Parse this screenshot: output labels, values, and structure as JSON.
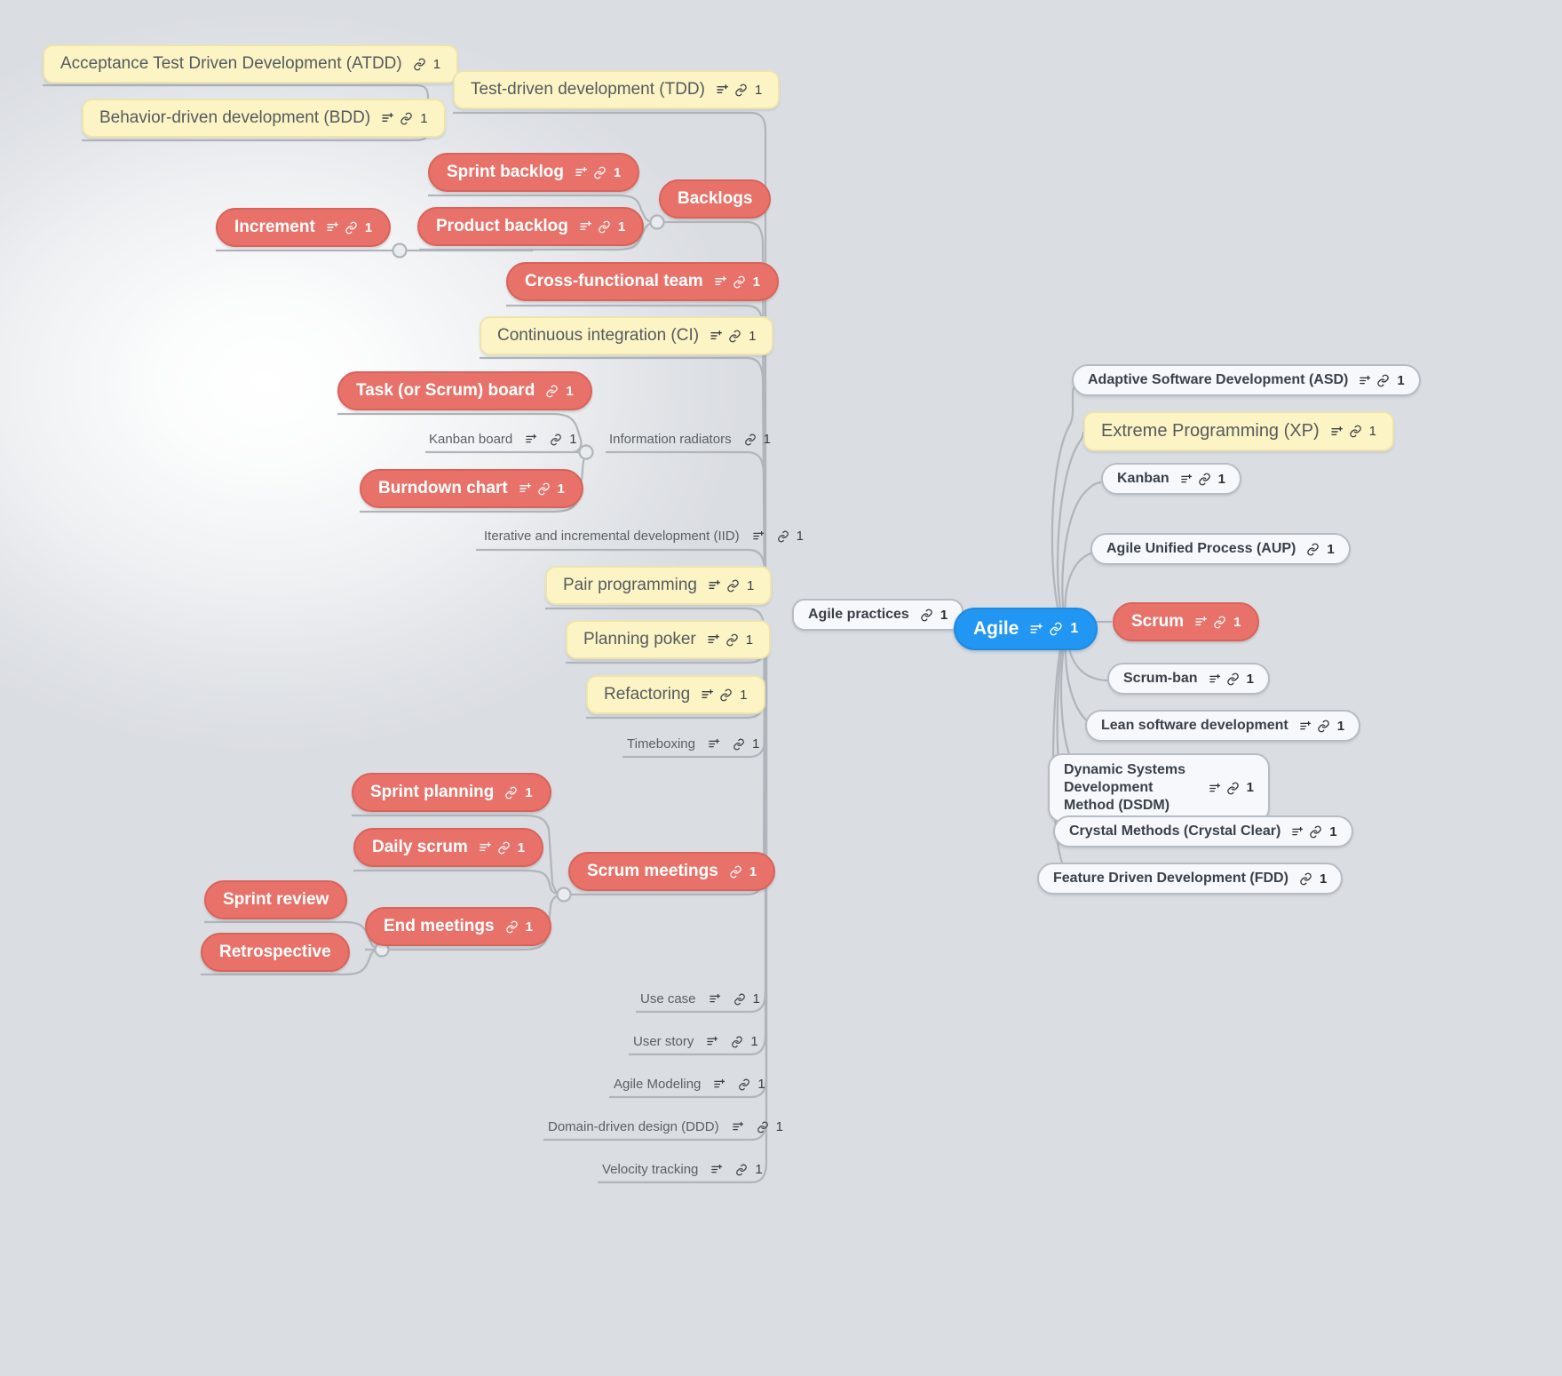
{
  "map": {
    "title": "Agile",
    "root": {
      "label": "Agile",
      "notes": true,
      "link_count": "1"
    },
    "colors": {
      "background": "#dadde1",
      "root_blue": "#2196f3",
      "node_red": "#e8726a",
      "node_yellow": "#fdf4c5",
      "node_white": "#f6f8fc",
      "edge_gray": "#b0b5bb",
      "text_dark": "#3b4149",
      "text_muted": "#5b6066"
    },
    "icon_names": {
      "notes": "notes-icon",
      "link": "link-icon"
    },
    "branches": {
      "agile_practices": {
        "label": "Agile practices",
        "notes": false,
        "link_count": "1"
      }
    }
  },
  "nodes": [
    {
      "id": "atdd",
      "label": "Acceptance Test Driven Development (ATDD)",
      "style": "yellow",
      "notes": false,
      "link_count": "1"
    },
    {
      "id": "bdd",
      "label": "Behavior-driven development (BDD)",
      "style": "yellow",
      "notes": true,
      "link_count": "1"
    },
    {
      "id": "tdd",
      "label": "Test-driven development (TDD)",
      "style": "yellow",
      "notes": true,
      "link_count": "1"
    },
    {
      "id": "sprint_backlog",
      "label": "Sprint backlog",
      "style": "red",
      "notes": true,
      "link_count": "1"
    },
    {
      "id": "product_backlog",
      "label": "Product backlog",
      "style": "red",
      "notes": true,
      "link_count": "1"
    },
    {
      "id": "backlogs",
      "label": "Backlogs",
      "style": "red",
      "notes": false,
      "link_count": ""
    },
    {
      "id": "increment",
      "label": "Increment",
      "style": "red",
      "notes": true,
      "link_count": "1"
    },
    {
      "id": "cross_functional",
      "label": "Cross-functional team",
      "style": "red",
      "notes": true,
      "link_count": "1"
    },
    {
      "id": "ci",
      "label": "Continuous integration (CI)",
      "style": "yellow",
      "notes": true,
      "link_count": "1"
    },
    {
      "id": "task_board",
      "label": "Task (or Scrum) board",
      "style": "red",
      "notes": false,
      "link_count": "1"
    },
    {
      "id": "kanban_board",
      "label": "Kanban board",
      "style": "text",
      "notes": true,
      "link_count": "1"
    },
    {
      "id": "info_radiators",
      "label": "Information radiators",
      "style": "text",
      "notes": false,
      "link_count": "1"
    },
    {
      "id": "burndown",
      "label": "Burndown chart",
      "style": "red",
      "notes": true,
      "link_count": "1"
    },
    {
      "id": "iid",
      "label": "Iterative and incremental development (IID)",
      "style": "text",
      "notes": true,
      "link_count": "1"
    },
    {
      "id": "pair_prog",
      "label": "Pair programming",
      "style": "yellow",
      "notes": true,
      "link_count": "1"
    },
    {
      "id": "planning_poker",
      "label": "Planning poker",
      "style": "yellow",
      "notes": true,
      "link_count": "1"
    },
    {
      "id": "refactoring",
      "label": "Refactoring",
      "style": "yellow",
      "notes": true,
      "link_count": "1"
    },
    {
      "id": "timeboxing",
      "label": "Timeboxing",
      "style": "text",
      "notes": true,
      "link_count": "1"
    },
    {
      "id": "sprint_planning",
      "label": "Sprint planning",
      "style": "red",
      "notes": false,
      "link_count": "1"
    },
    {
      "id": "daily_scrum",
      "label": "Daily scrum",
      "style": "red",
      "notes": true,
      "link_count": "1"
    },
    {
      "id": "scrum_meetings",
      "label": "Scrum meetings",
      "style": "red",
      "notes": false,
      "link_count": "1"
    },
    {
      "id": "sprint_review",
      "label": "Sprint review",
      "style": "red",
      "notes": false,
      "link_count": ""
    },
    {
      "id": "end_meetings",
      "label": "End meetings",
      "style": "red",
      "notes": false,
      "link_count": "1"
    },
    {
      "id": "retrospective",
      "label": "Retrospective",
      "style": "red",
      "notes": false,
      "link_count": ""
    },
    {
      "id": "use_case",
      "label": "Use case",
      "style": "text",
      "notes": true,
      "link_count": "1"
    },
    {
      "id": "user_story",
      "label": "User story",
      "style": "text",
      "notes": true,
      "link_count": "1"
    },
    {
      "id": "agile_modeling",
      "label": "Agile Modeling",
      "style": "text",
      "notes": true,
      "link_count": "1"
    },
    {
      "id": "ddd",
      "label": "Domain-driven design (DDD)",
      "style": "text",
      "notes": true,
      "link_count": "1"
    },
    {
      "id": "velocity",
      "label": "Velocity tracking",
      "style": "text",
      "notes": true,
      "link_count": "1"
    },
    {
      "id": "asd",
      "label": "Adaptive Software Development (ASD)",
      "style": "white",
      "notes": true,
      "link_count": "1"
    },
    {
      "id": "xp",
      "label": "Extreme Programming (XP)",
      "style": "yellow",
      "notes": true,
      "link_count": "1"
    },
    {
      "id": "kanban",
      "label": "Kanban",
      "style": "white",
      "notes": true,
      "link_count": "1"
    },
    {
      "id": "aup",
      "label": "Agile Unified Process (AUP)",
      "style": "white",
      "notes": false,
      "link_count": "1"
    },
    {
      "id": "scrum",
      "label": "Scrum",
      "style": "red",
      "notes": true,
      "link_count": "1"
    },
    {
      "id": "scrumban",
      "label": "Scrum-ban",
      "style": "white",
      "notes": true,
      "link_count": "1"
    },
    {
      "id": "lean",
      "label": "Lean software development",
      "style": "white",
      "notes": true,
      "link_count": "1"
    },
    {
      "id": "dsdm",
      "label": "Dynamic Systems Development Method (DSDM)",
      "style": "white",
      "notes": true,
      "link_count": "1"
    },
    {
      "id": "crystal",
      "label": "Crystal Methods (Crystal Clear)",
      "style": "white",
      "notes": true,
      "link_count": "1"
    },
    {
      "id": "fdd",
      "label": "Feature Driven Development (FDD)",
      "style": "white",
      "notes": false,
      "link_count": "1"
    }
  ]
}
